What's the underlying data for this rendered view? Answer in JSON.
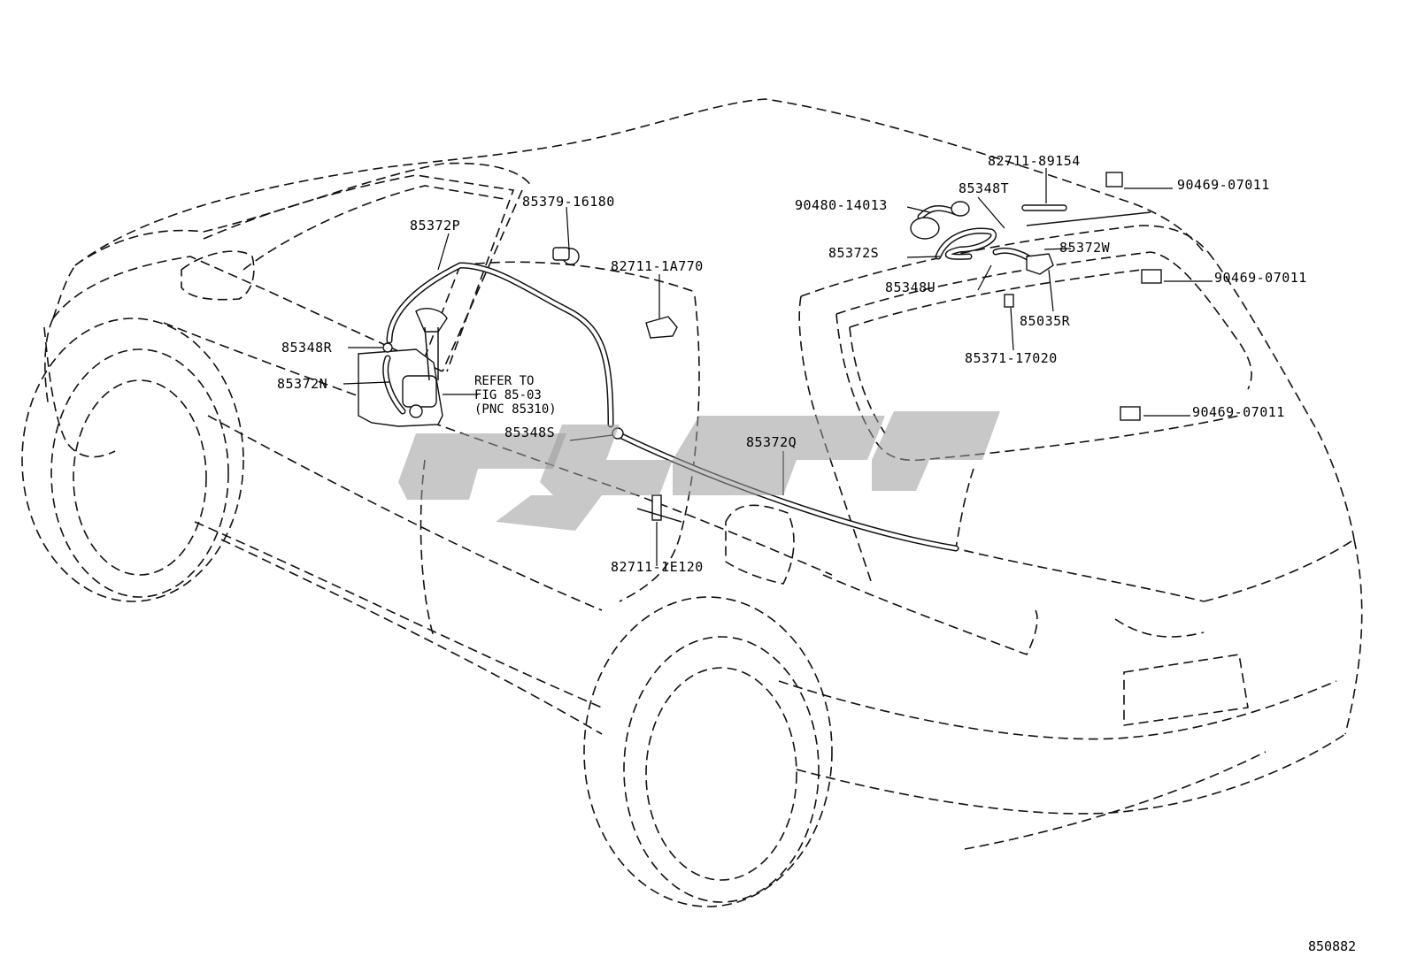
{
  "figure": {
    "id": "850882"
  },
  "notes": {
    "refer_line1": "REFER TO",
    "refer_line2": "FIG 85-03",
    "refer_line3": "(PNC 85310)"
  },
  "parts": {
    "p85372P": "85372P",
    "p85379_16180": "85379-16180",
    "p82711_1A770": "82711-1A770",
    "p85348R": "85348R",
    "p85372N": "85372N",
    "p85348S": "85348S",
    "p85372Q": "85372Q",
    "p82711_1E120": "82711-1E120",
    "p82711_89154": "82711-89154",
    "p90469_07011_a": "90469-07011",
    "p90480_14013": "90480-14013",
    "p85348T": "85348T",
    "p85372S": "85372S",
    "p85372W": "85372W",
    "p85348U": "85348U",
    "p85035R": "85035R",
    "p90469_07011_b": "90469-07011",
    "p85371_17020": "85371-17020",
    "p90469_07011_c": "90469-07011"
  }
}
